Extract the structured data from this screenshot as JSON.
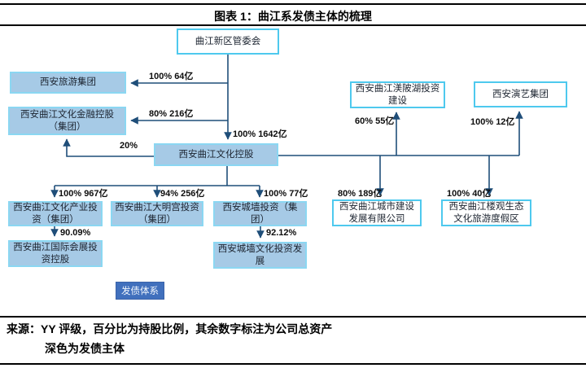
{
  "header": {
    "title": "图表 1：曲江系发债主体的梳理"
  },
  "diagram": {
    "nodes": {
      "committee": {
        "label": "曲江新区管委会"
      },
      "lvyou": {
        "label": "西安旅游集团"
      },
      "jinrong": {
        "label": "西安曲江文化金融控股（集团）"
      },
      "wenhua": {
        "label": "西安曲江文化控股"
      },
      "meibei": {
        "label": "西安曲江渼陂湖投资建设"
      },
      "yanyi": {
        "label": "西安演艺集团"
      },
      "chanye": {
        "label": "西安曲江文化产业投资（集团）"
      },
      "daminggong": {
        "label": "西安曲江大明宫投资（集团）"
      },
      "chengqiang": {
        "label": "西安城墙投资（集团）"
      },
      "huizhan": {
        "label": "西安曲江国际会展投资控股"
      },
      "cqwenhua": {
        "label": "西安城墙文化投资发展"
      },
      "chengshi": {
        "label": "西安曲江城市建设发展有限公司"
      },
      "louguan": {
        "label": "西安曲江楼观生态文化旅游度假区"
      }
    },
    "edges": {
      "lvyou": {
        "label": "100% 64亿"
      },
      "jinrong": {
        "label": "80% 216亿"
      },
      "wenhua": {
        "label": "100% 1642亿"
      },
      "twenty": {
        "label": "20%"
      },
      "meibei": {
        "label": "60% 55亿"
      },
      "yanyi": {
        "label": "100% 12亿"
      },
      "chengshi": {
        "label": "80% 189亿"
      },
      "louguan": {
        "label": "100% 40亿"
      },
      "chanye": {
        "label": "100% 967亿"
      },
      "daminggong": {
        "label": "94% 256亿"
      },
      "chengqiang": {
        "label": "100% 77亿"
      },
      "huizhan": {
        "label": "90.09%"
      },
      "cqwenhua": {
        "label": "92.12%"
      }
    },
    "legend": {
      "label": "发债体系"
    }
  },
  "footer": {
    "source_line": "来源：YY 评级，百分比为持股比例，其余数字标注为公司总资产",
    "note_line": "深色为发债主体"
  },
  "colors": {
    "issuer_fill": "#a6cae6",
    "issuer_border": "#8bd7f2",
    "outline_border": "#4ec9ee",
    "legend_fill": "#4170bd",
    "wire": "#1f4e79",
    "rule": "#000000"
  }
}
